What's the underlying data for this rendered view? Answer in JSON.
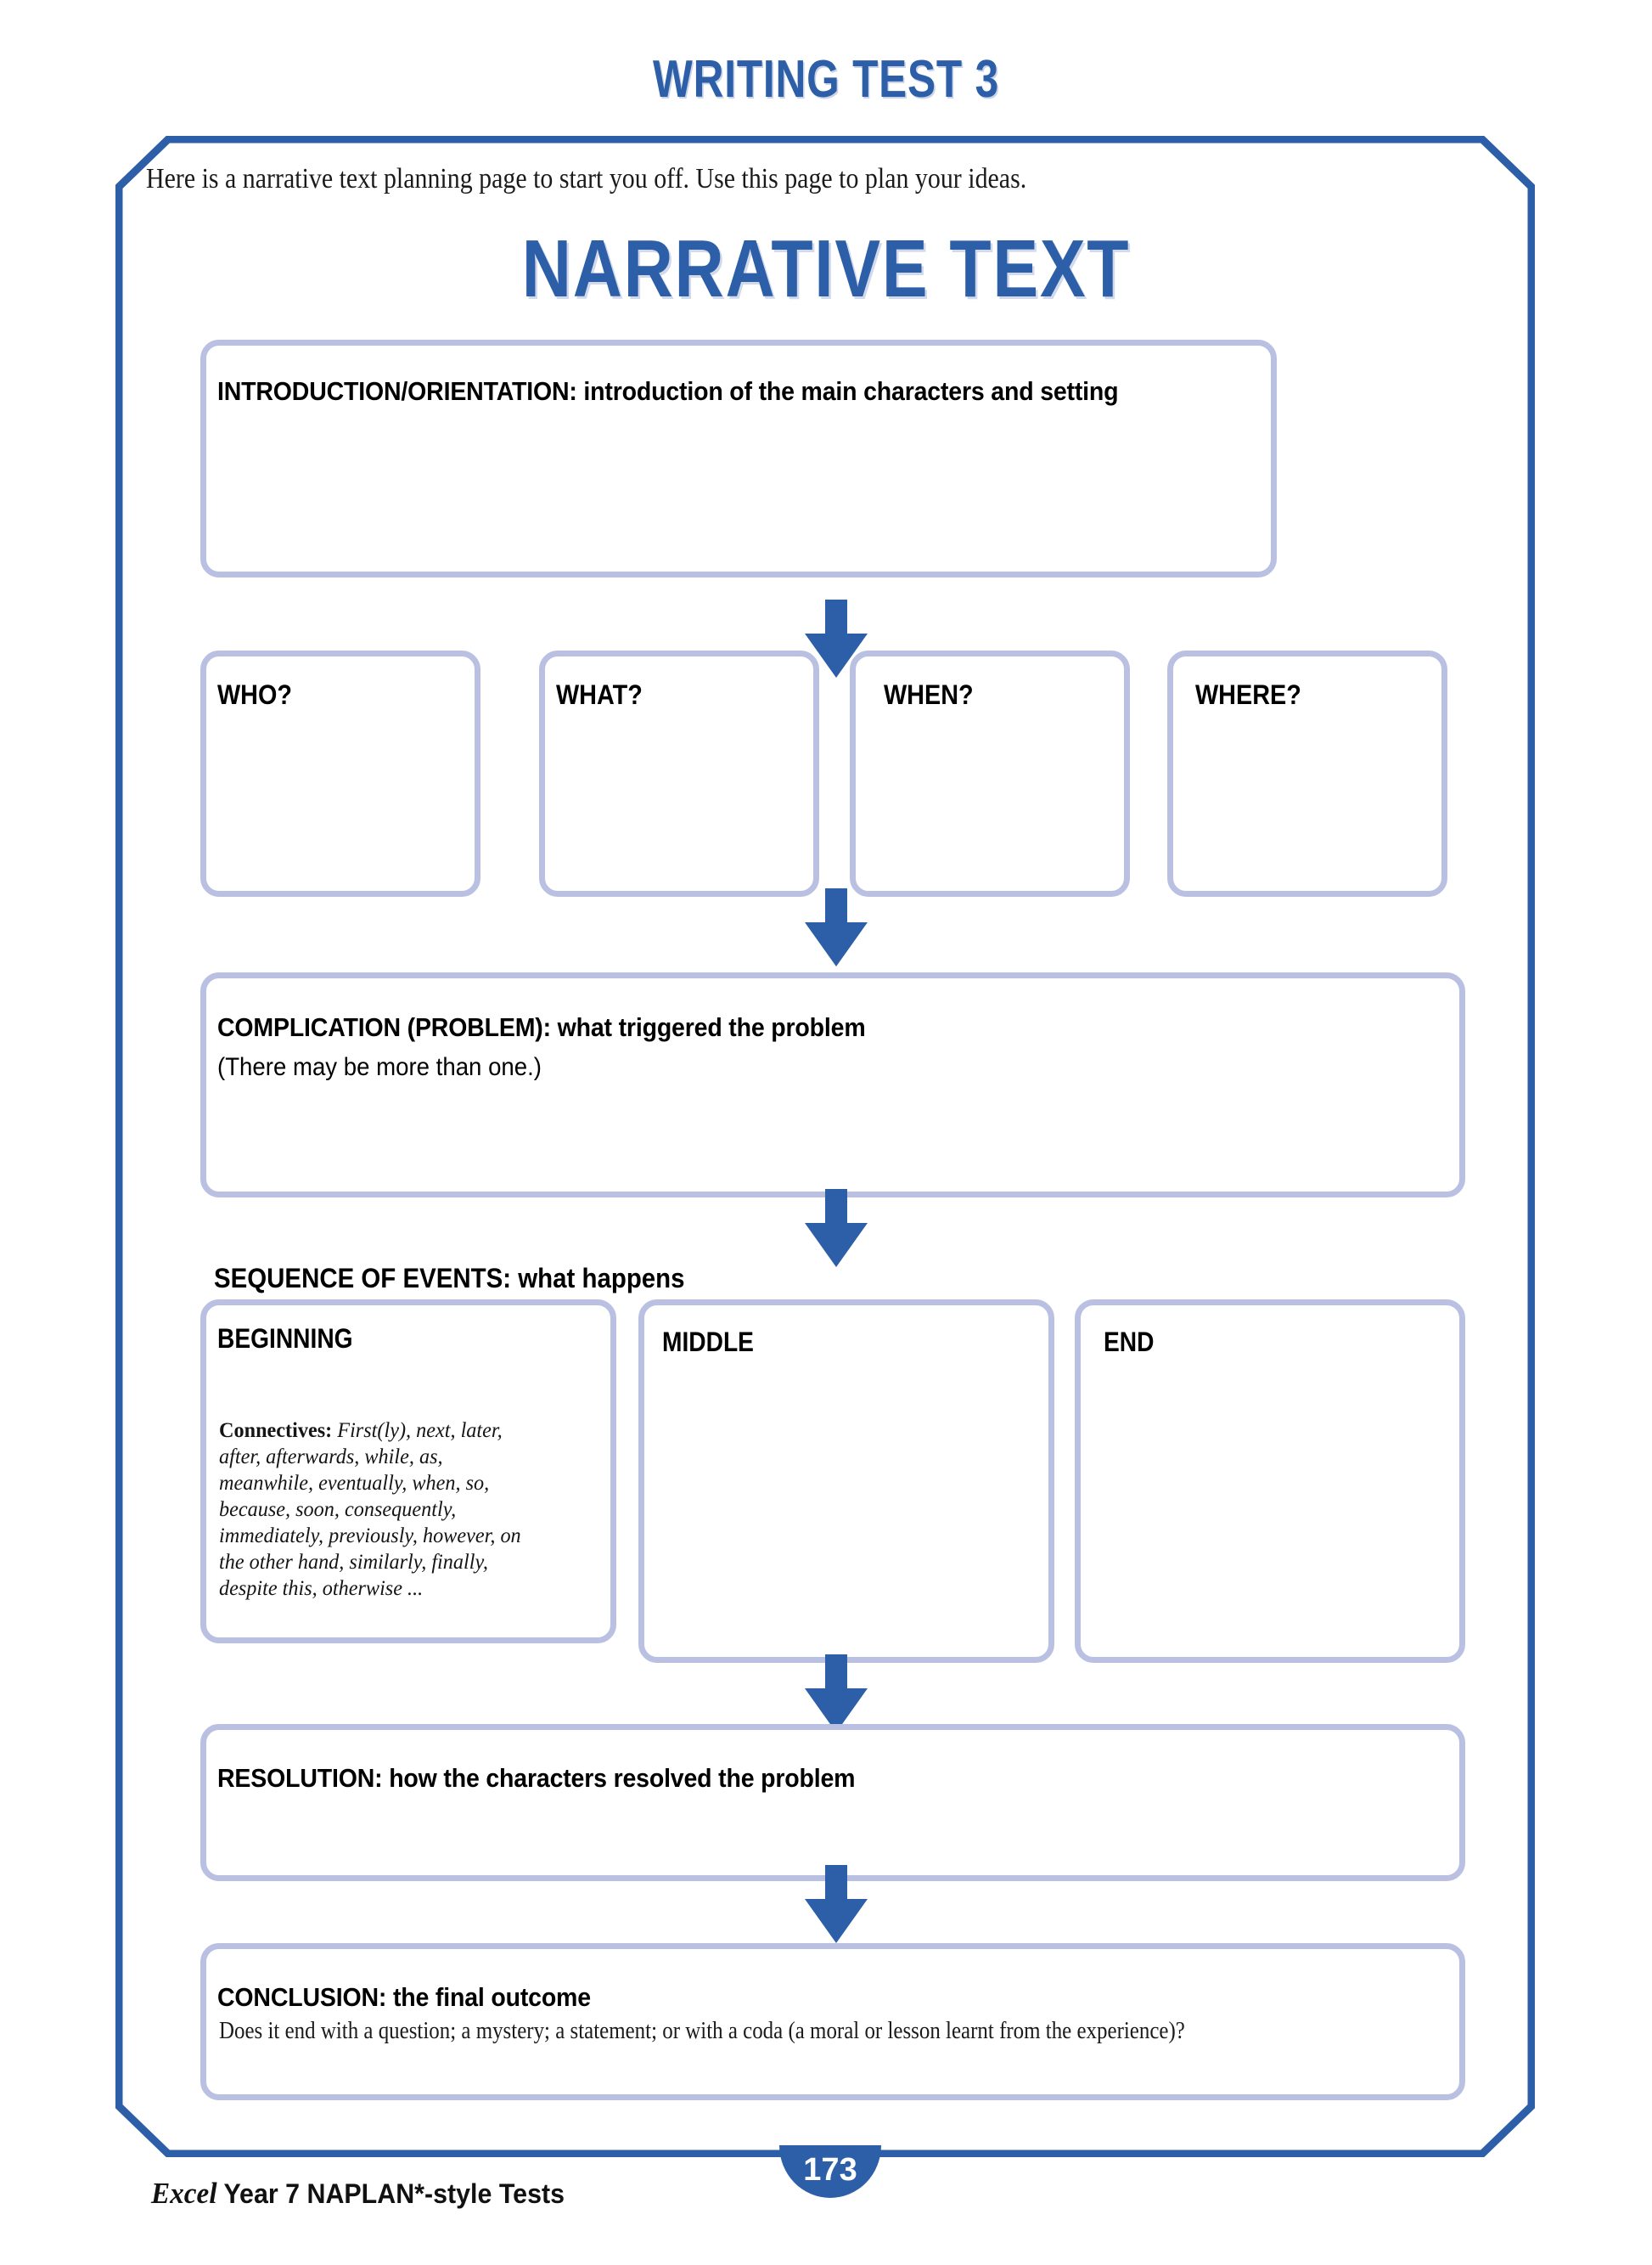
{
  "header": {
    "test_title": "WRITING TEST 3"
  },
  "intro": {
    "instruction": "Here is a narrative text planning page to start you off. Use this page to plan your ideas."
  },
  "document": {
    "title": "NARRATIVE TEXT"
  },
  "sections": {
    "introduction": {
      "label": "INTRODUCTION/ORIENTATION:",
      "description": "introduction of the main characters and setting"
    },
    "questions": [
      {
        "label": "WHO?"
      },
      {
        "label": "WHAT?"
      },
      {
        "label": "WHEN?"
      },
      {
        "label": "WHERE?"
      }
    ],
    "complication": {
      "label": "COMPLICATION (PROBLEM):",
      "description": "what triggered the problem",
      "note": "(There may be more than one.)"
    },
    "sequence": {
      "label": "SEQUENCE OF EVENTS:",
      "description": "what happens",
      "stages": [
        {
          "label": "BEGINNING",
          "connectives_label": "Connectives:",
          "connectives_list": "First(ly), next, later, after, afterwards, while, as, meanwhile, eventually, when, so, because, soon, consequently, immediately, previously, however, on the other hand, similarly, finally, despite this, otherwise ..."
        },
        {
          "label": "MIDDLE"
        },
        {
          "label": "END"
        }
      ]
    },
    "resolution": {
      "label": "RESOLUTION:",
      "description": "how the characters resolved the problem"
    },
    "conclusion": {
      "label": "CONCLUSION:",
      "description": "the final outcome",
      "note": "Does it end with a question; a mystery; a statement; or with a coda (a moral or lesson learnt from the experience)?"
    }
  },
  "footer": {
    "series_brand": "Excel",
    "series_title": " Year 7 NAPLAN*-style Tests",
    "page_number": "173"
  },
  "colors": {
    "brand_blue": "#2C5FA8",
    "box_border_lavender": "#B9C0E1",
    "arrow_blue": "#2C5FA8",
    "text_black": "#000000"
  }
}
